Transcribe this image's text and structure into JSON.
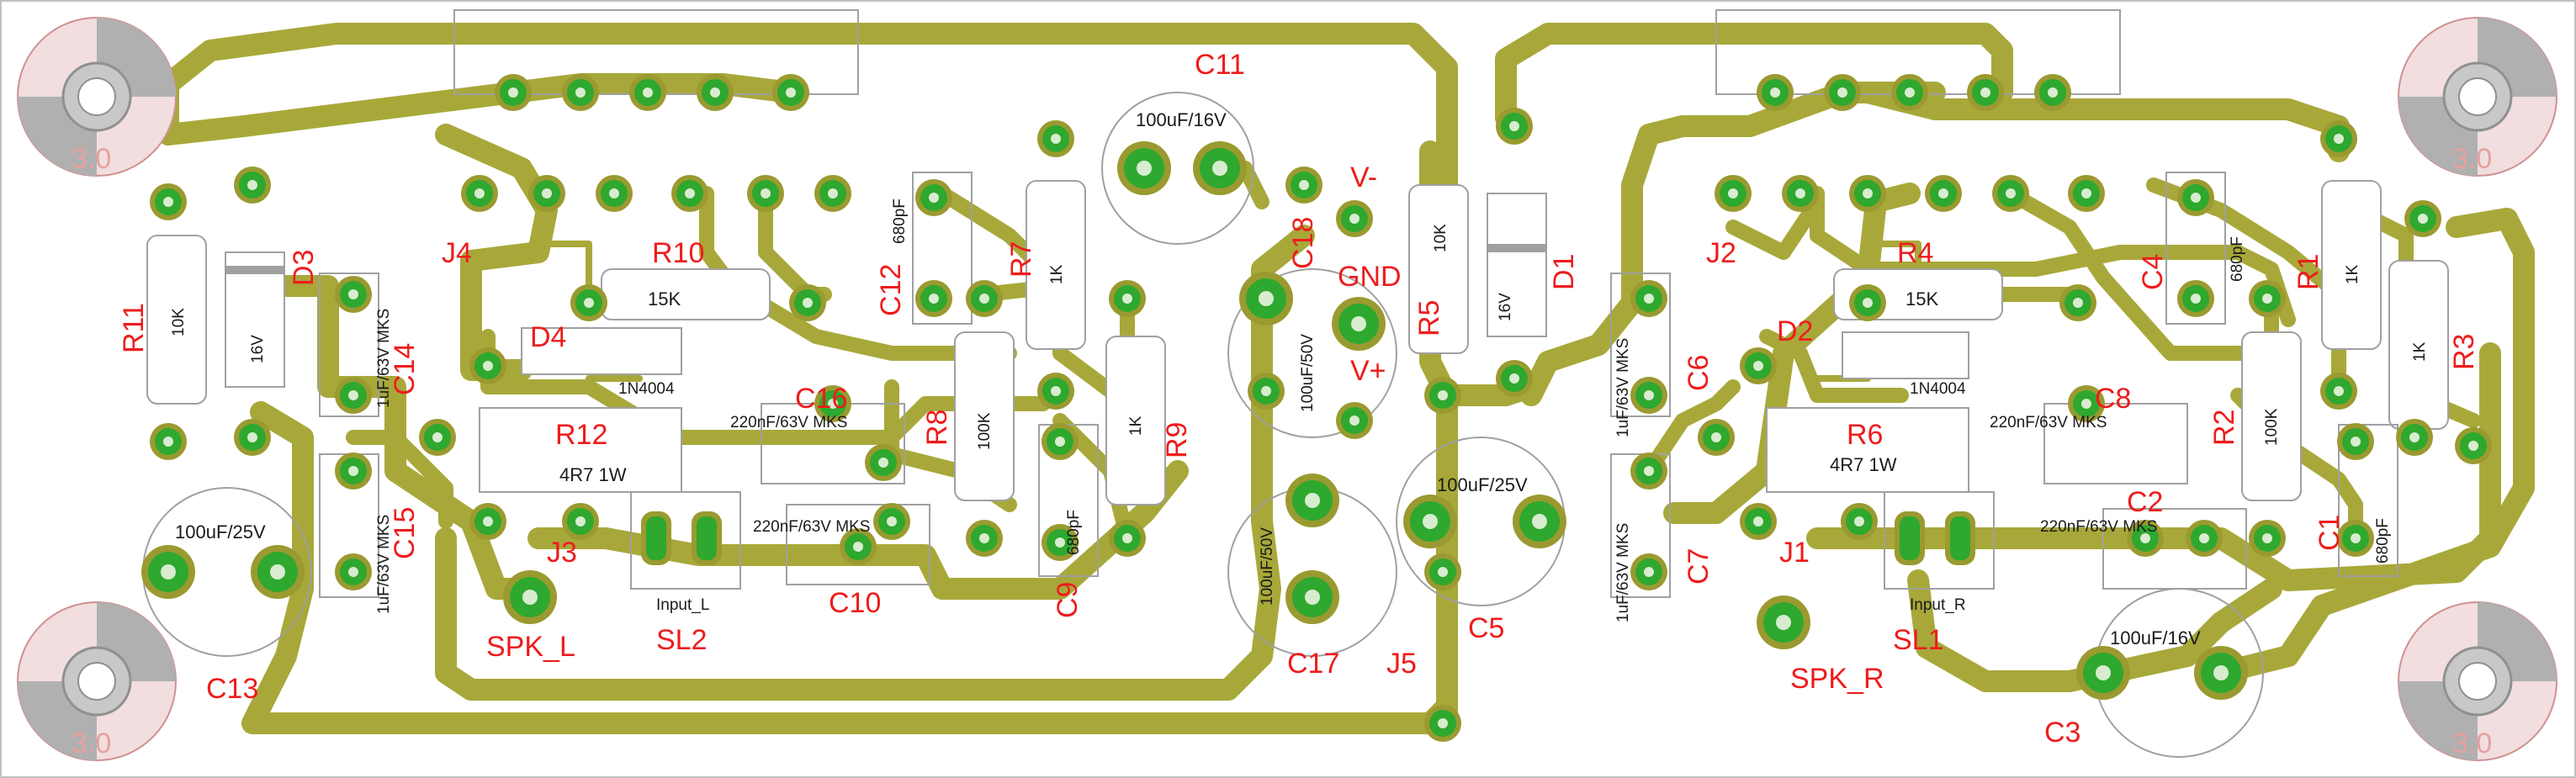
{
  "board": {
    "border_color": "#c0c0c0",
    "trace_color": "#a8a83a",
    "pad_color": "#2ea82e",
    "label_color": "#ee1c1c"
  },
  "mounting_holes": {
    "label": "3.0"
  },
  "references": {
    "C11": "C11",
    "R11": "R11",
    "D3": "D3",
    "J4": "J4",
    "R10": "R10",
    "C12": "C12",
    "R7": "R7",
    "C14": "C14",
    "D4": "D4",
    "C16": "C16",
    "R8": "R8",
    "R9": "R9",
    "R12": "R12",
    "C15": "C15",
    "C13": "C13",
    "J3": "J3",
    "SL2": "SL2",
    "C10": "C10",
    "C9": "C9",
    "SPK_L": "SPK_L",
    "V_minus": "V-",
    "GND": "GND",
    "V_plus": "V+",
    "C18": "C18",
    "R5": "R5",
    "D1": "D1",
    "C17": "C17",
    "J5": "J5",
    "C5": "C5",
    "C6": "C6",
    "C7": "C7",
    "J2": "J2",
    "R4": "R4",
    "D2": "D2",
    "C4": "C4",
    "R1": "R1",
    "R3": "R3",
    "C8": "C8",
    "R2": "R2",
    "R6": "R6",
    "C2": "C2",
    "C1": "C1",
    "J1": "J1",
    "SL1": "SL1",
    "SPK_R": "SPK_R",
    "C3": "C3"
  },
  "values": {
    "c11": "100uF/16V",
    "r11": "10K",
    "d3": "16V",
    "r10": "15K",
    "c12": "680pF",
    "r7": "1K",
    "c14": "1uF/63V MKS",
    "d4": "1N4004",
    "c16": "220nF/63V MKS",
    "r8": "100K",
    "r9": "1K",
    "r12": "4R7 1W",
    "c15": "1uF/63V MKS",
    "c13": "100uF/25V",
    "sl2": "Input_L",
    "c10": "220nF/63V MKS",
    "c9": "680pF",
    "c18": "100uF/50V",
    "r5": "10K",
    "d1": "16V",
    "c17": "100uF/50V",
    "c5": "100uF/25V",
    "c6": "1uF/63V MKS",
    "c7": "1uF/63V MKS",
    "r4": "15K",
    "d2": "1N4004",
    "c4": "680pF",
    "r1": "1K",
    "r3": "1K",
    "c8": "220nF/63V MKS",
    "r2": "100K",
    "r6": "4R7 1W",
    "c2": "220nF/63V MKS",
    "c1": "680pF",
    "sl1": "Input_R",
    "c3": "100uF/16V"
  }
}
